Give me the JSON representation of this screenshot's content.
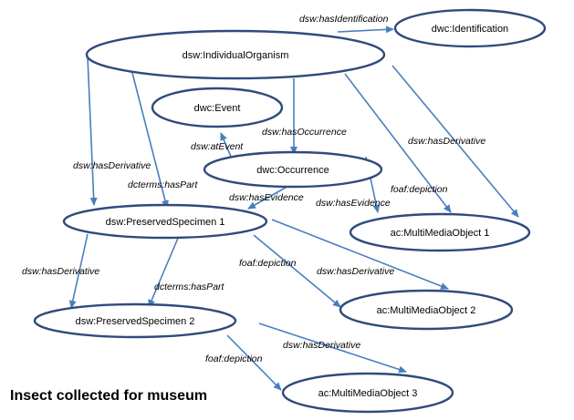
{
  "caption": "Insect collected for museum",
  "colors": {
    "node_border": "#2f4b7c",
    "edge": "#4a7ebb",
    "text": "#000000",
    "background": "#ffffff"
  },
  "nodes": {
    "individual": "dsw:IndividualOrganism",
    "identification": "dwc:Identification",
    "event": "dwc:Event",
    "occurrence": "dwc:Occurrence",
    "specimen1": "dsw:PreservedSpecimen  1",
    "specimen2": "dsw:PreservedSpecimen  2",
    "media1": "ac:MultiMediaObject  1",
    "media2": "ac:MultiMediaObject  2",
    "media3": "ac:MultiMediaObject  3"
  },
  "edges": {
    "has_identification": "dsw:hasIdentification",
    "has_occurrence": "dsw:hasOccurrence",
    "at_event": "dsw:atEvent",
    "has_derivative_left": "dsw:hasDerivative",
    "has_part_1": "dcterms:hasPart",
    "has_derivative_right": "dsw:hasDerivative",
    "has_evidence_1": "dsw:hasEvidence",
    "has_evidence_2": "dsw:hasEvidence",
    "depiction_1": "foaf:depiction",
    "has_derivative_s1_left": "dsw:hasDerivative",
    "has_part_2": "dcterms:hasPart",
    "depiction_2": "foaf:depiction",
    "has_derivative_s1_right": "dsw:hasDerivative",
    "depiction_3": "foaf:depiction",
    "has_derivative_s2": "dsw:hasDerivative"
  }
}
